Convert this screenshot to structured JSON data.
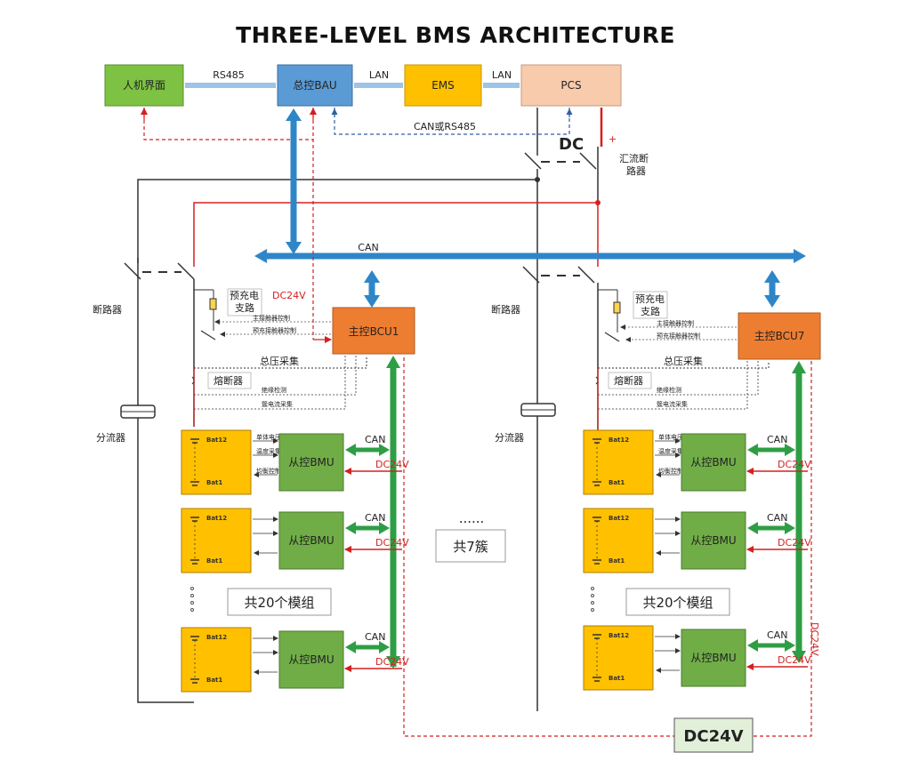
{
  "title": "THREE-LEVEL BMS ARCHITECTURE",
  "top": {
    "hmi": "人机界面",
    "bau": "总控BAU",
    "ems": "EMS",
    "pcs": "PCS",
    "rs485": "RS485",
    "lan1": "LAN",
    "lan2": "LAN",
    "can_rs485": "CAN或RS485",
    "dc": "DC",
    "plus": "+",
    "combiner_breaker": "汇流断路器",
    "can_bus": "CAN"
  },
  "left_cluster": {
    "breaker": "断路器",
    "precharge": "预充电支路",
    "dc24v": "DC24V",
    "bcu": "主控BCU1",
    "main_relay_ctrl": "主接触器控制",
    "precharge_ctrl": "预充接触器控制",
    "total_voltage": "总压采集",
    "fuse": "熔断器",
    "insulation": "绝缘检测",
    "current_sampling": "簇电流采集",
    "shunt": "分流器",
    "module_count": "共20个模组",
    "modules": [
      {
        "top_cell": "Bat12",
        "bottom_cell": "Bat1",
        "bmu": "从控BMU",
        "can": "CAN",
        "dc24v": "DC24V",
        "sig1": "单体电压",
        "sig2": "温度采集",
        "sig3": "均衡控制"
      },
      {
        "top_cell": "Bat12",
        "bottom_cell": "Bat1",
        "bmu": "从控BMU",
        "can": "CAN",
        "dc24v": "DC24V",
        "sig1": "",
        "sig2": "",
        "sig3": ""
      },
      {
        "top_cell": "Bat12",
        "bottom_cell": "Bat1",
        "bmu": "从控BMU",
        "can": "CAN",
        "dc24v": "DC24V",
        "sig1": "",
        "sig2": "",
        "sig3": ""
      }
    ]
  },
  "right_cluster": {
    "breaker": "断路器",
    "precharge": "预充电支路",
    "bcu": "主控BCU7",
    "main_relay_ctrl": "主接触器控制",
    "precharge_ctrl": "预充接触器控制",
    "total_voltage": "总压采集",
    "fuse": "熔断器",
    "insulation": "绝缘检测",
    "current_sampling": "簇电流采集",
    "shunt": "分流器",
    "module_count": "共20个模组",
    "dc24v_vertical": "DC24V",
    "modules": [
      {
        "top_cell": "Bat12",
        "bottom_cell": "Bat1",
        "bmu": "从控BMU",
        "can": "CAN",
        "dc24v": "DC24V",
        "sig1": "单体电压",
        "sig2": "温度采集",
        "sig3": "均衡控制"
      },
      {
        "top_cell": "Bat12",
        "bottom_cell": "Bat1",
        "bmu": "从控BMU",
        "can": "CAN",
        "dc24v": "DC24V",
        "sig1": "",
        "sig2": "",
        "sig3": ""
      },
      {
        "top_cell": "Bat12",
        "bottom_cell": "Bat1",
        "bmu": "从控BMU",
        "can": "CAN",
        "dc24v": "DC24V",
        "sig1": "",
        "sig2": "",
        "sig3": ""
      }
    ]
  },
  "middle": {
    "dots": "......",
    "clusters": "共7簇"
  },
  "dc24v_bottom": "DC24V",
  "colors": {
    "hmi": "#7dc242",
    "bau": "#5b9bd5",
    "ems": "#ffc000",
    "pcs": "#f8cbad",
    "bcu": "#ed7d31",
    "bmu": "#70ad47",
    "battery": "#ffc000",
    "can_blue": "#2e86c9",
    "bmu_green": "#2e9e44",
    "red": "#d42020",
    "dc_box": "#e2efd9"
  }
}
